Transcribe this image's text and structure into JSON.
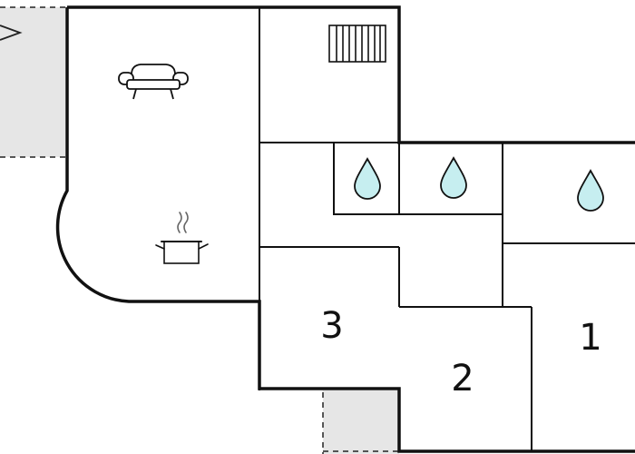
{
  "floorplan": {
    "rooms": {
      "bedroom_1": {
        "number": "1"
      },
      "bedroom_2": {
        "number": "2"
      },
      "bedroom_3": {
        "number": "3"
      }
    },
    "icons": {
      "living": "sofa-icon",
      "kitchen": "cooking-pot-icon",
      "stairs": "stairs-icon",
      "bathrooms": [
        "water-drop-icon",
        "water-drop-icon",
        "water-drop-icon"
      ]
    },
    "colors": {
      "wall": "#111111",
      "terrace": "#e6e6e6",
      "water": "#c6eef0"
    }
  }
}
